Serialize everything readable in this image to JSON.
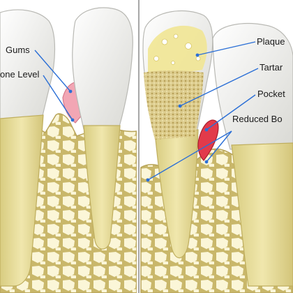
{
  "labels": {
    "gums": "Gums",
    "bone_level": "one Level",
    "plaque": "Plaque",
    "tartar": "Tartar",
    "pocket": "Pocket",
    "reduced_bone": "Reduced Bo"
  },
  "colors": {
    "enamel": "#f4f4f0",
    "root": "#e6dc9a",
    "bone": "#efe7b0",
    "bone_cell": "#fbf6d8",
    "gum_inflamed": "#f2a6b4",
    "pocket_blood": "#e23a4a",
    "tartar": "#d8c98c",
    "plaque": "#f1e694",
    "leader": "#2b6fd6",
    "divider": "#8a8a8a"
  }
}
